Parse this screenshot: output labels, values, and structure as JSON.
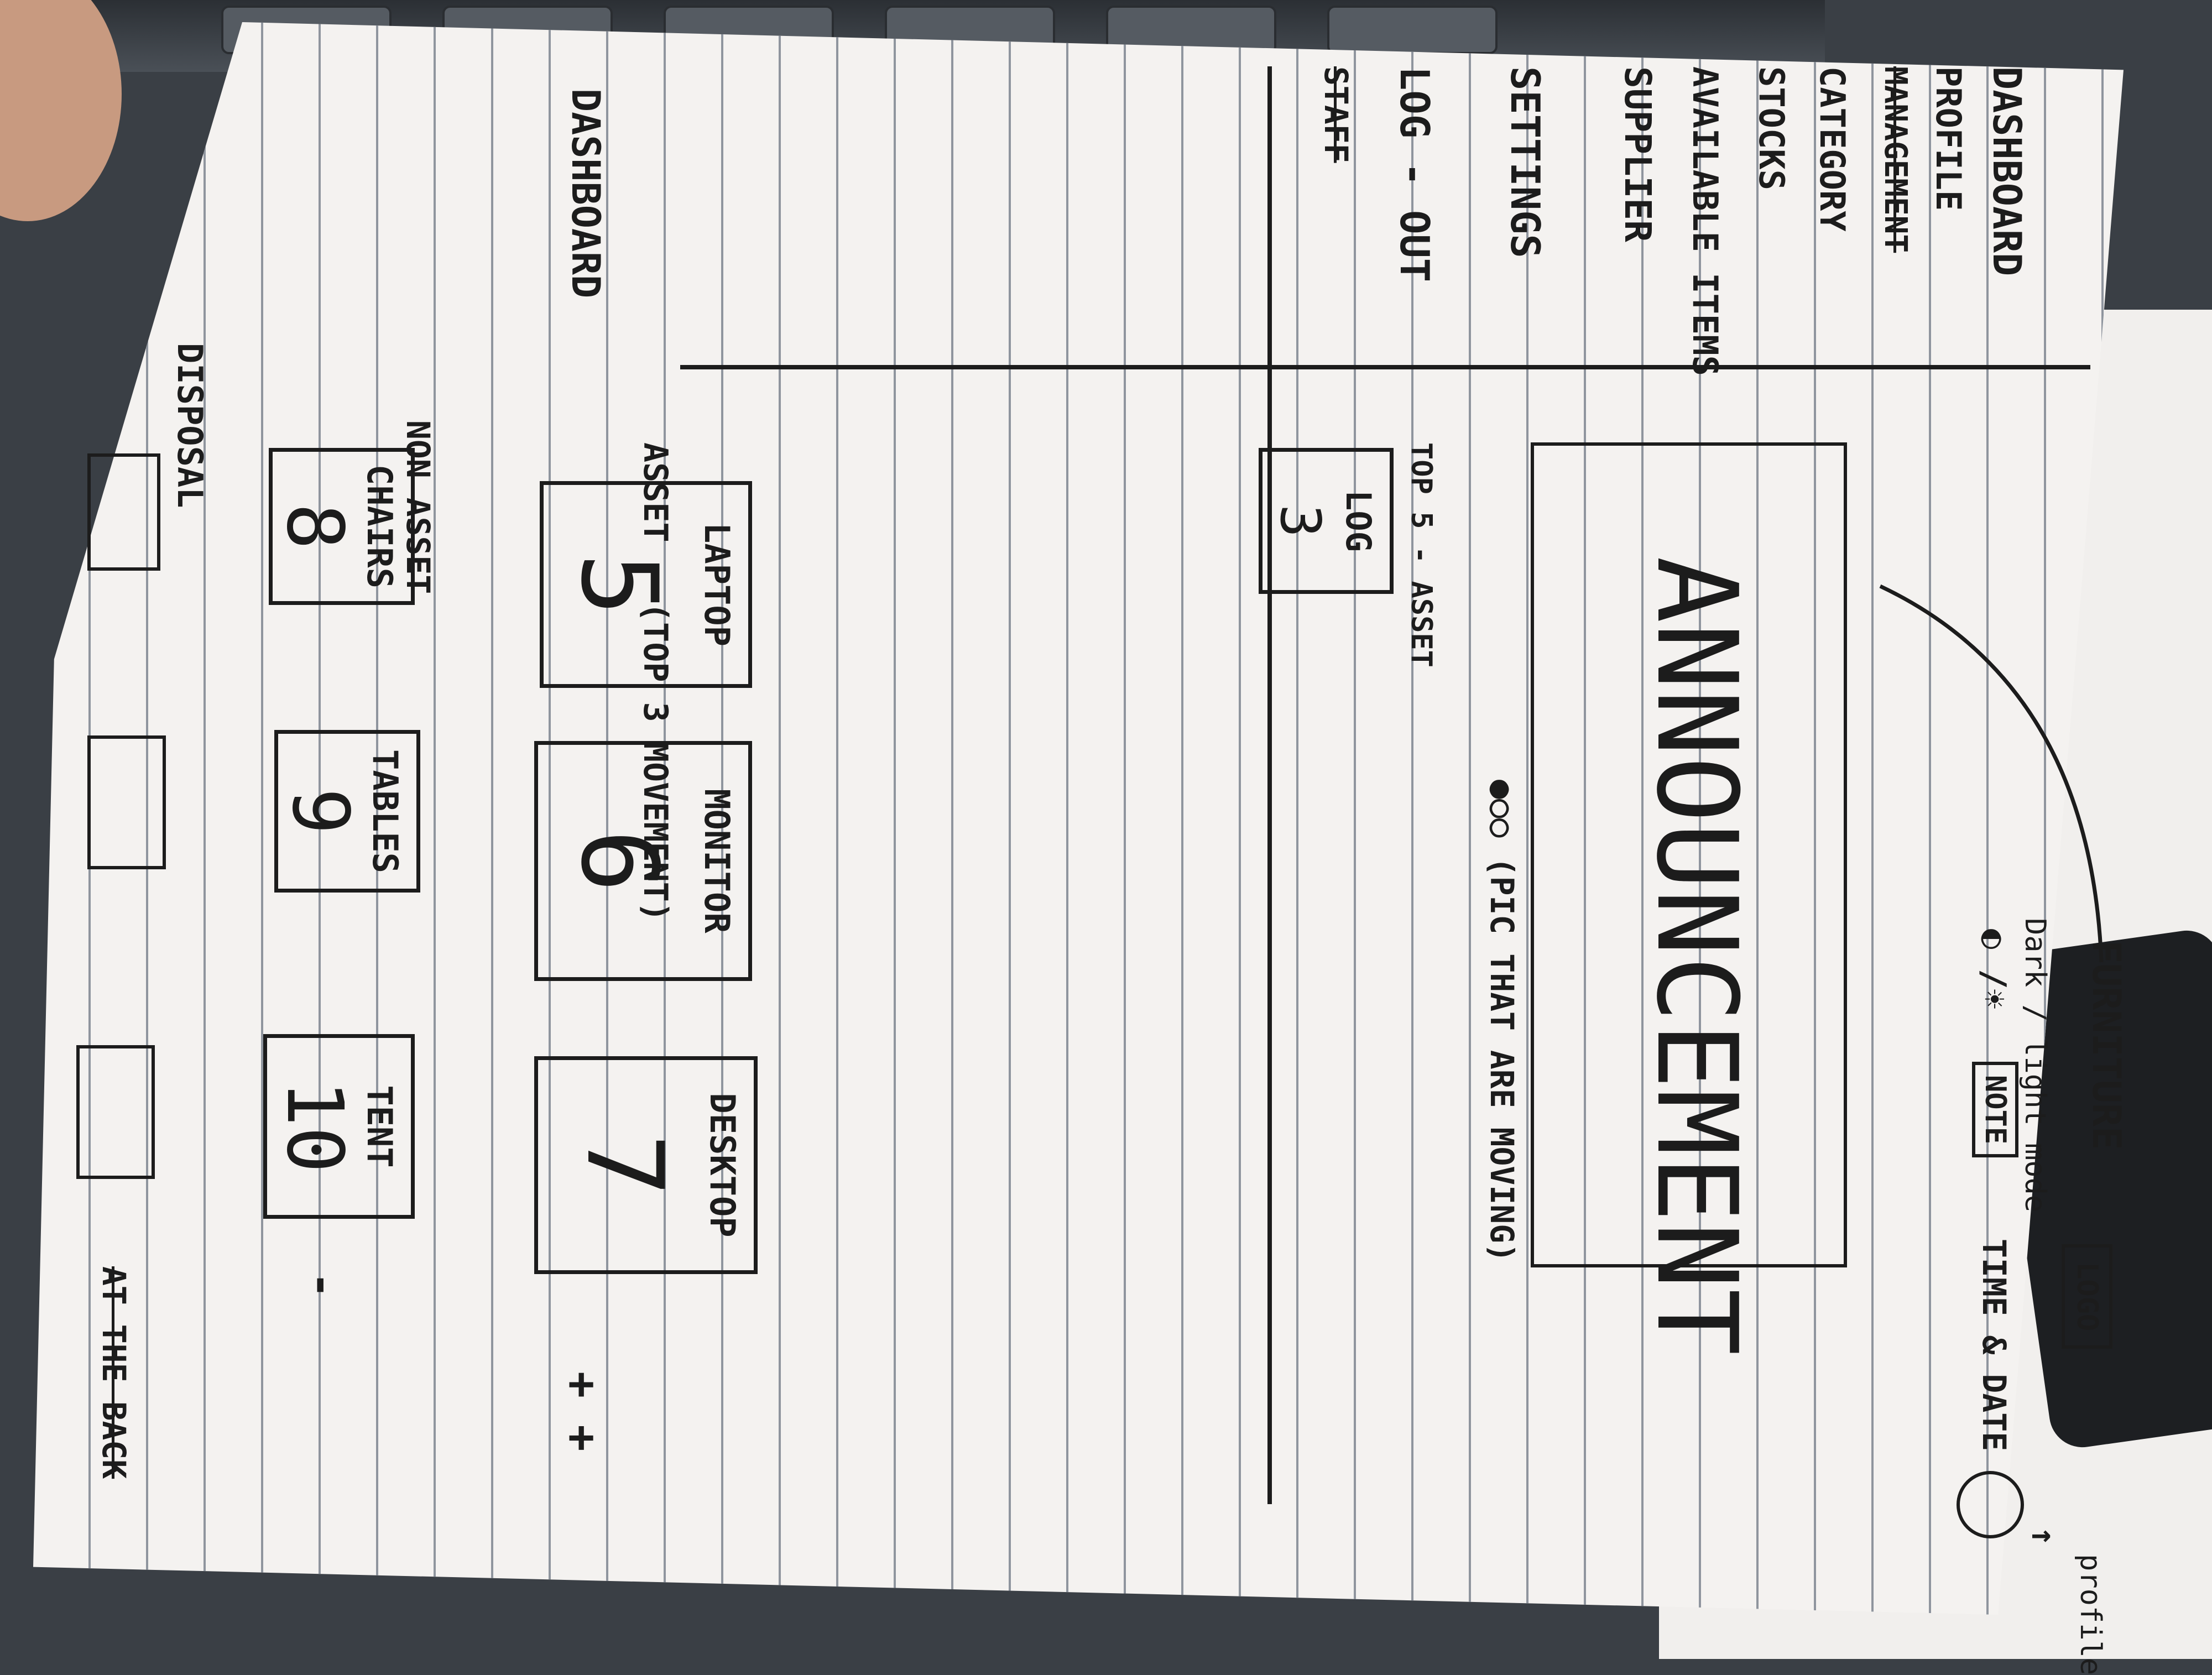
{
  "header": {
    "brand": "FURNITURE",
    "theme_label": "Dark / light mode",
    "theme_icons": "◐ /☀",
    "note_button": "NOTE",
    "time_date": "TIME & DATE",
    "logo": "LOGO",
    "profile_label": "profile",
    "profile_arrow": "↑"
  },
  "sidebar": {
    "items": [
      {
        "label": "DASHBOARD"
      },
      {
        "label": "PROFILE"
      },
      {
        "label": "MANAGEMENT"
      },
      {
        "label": "CATEGORY"
      },
      {
        "label": "STOCKS"
      },
      {
        "label": "AVAILABLE ITEMS"
      },
      {
        "label": "SUPPLIER"
      },
      {
        "label": "SETTINGS"
      },
      {
        "label": "LOG - OUT"
      }
    ],
    "struck_item": "STAFF"
  },
  "announcement": {
    "label": "ANNOUNCEMENT",
    "caption": "●○○ (PIC THAT ARE MOVING)"
  },
  "top5": {
    "label": "TOP 5 - ASSET",
    "card": {
      "label": "LOG",
      "value": "3"
    }
  },
  "dashboard": {
    "title": "DASHBOARD",
    "asset_heading": "ASSET - (TOP 3 MOVEMENT)",
    "asset_cards": [
      {
        "label": "LAPTOP",
        "value": "5"
      },
      {
        "label": "MONITOR",
        "value": "6"
      },
      {
        "label": "DESKTOP",
        "value": "7"
      }
    ],
    "non_asset_heading": "NON ASSET",
    "non_asset_cards": [
      {
        "label": "CHAIRS",
        "value": "8"
      },
      {
        "label": "TABLES",
        "value": "9"
      },
      {
        "label": "TENT",
        "value": "10"
      }
    ],
    "plus_marks": "+ +",
    "dash_mark": "-",
    "disposal_label": "DISPOSAL",
    "back_note": "AT THE BACK"
  }
}
